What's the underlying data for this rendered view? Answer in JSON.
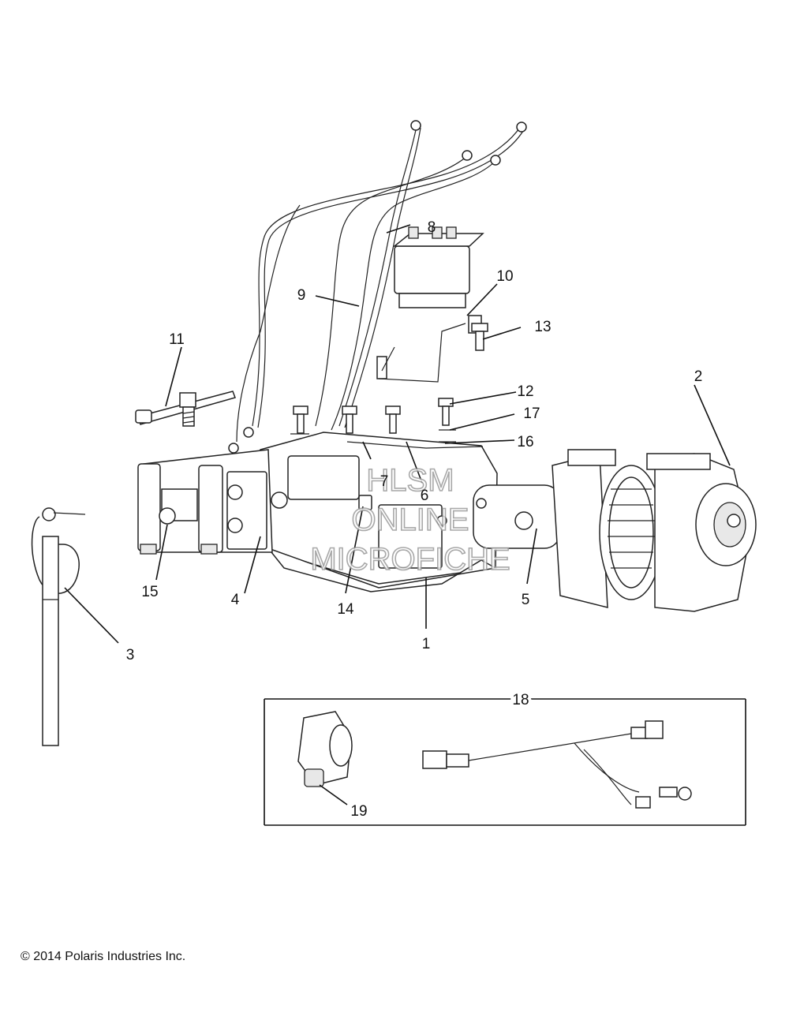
{
  "callouts": [
    "1",
    "2",
    "3",
    "4",
    "5",
    "6",
    "7",
    "8",
    "9",
    "10",
    "11",
    "12",
    "13",
    "14",
    "15",
    "16",
    "17",
    "18",
    "19"
  ],
  "watermark": {
    "line1": "HLSM",
    "line2": "ONLINE",
    "line3": "MICROFICHE"
  },
  "copyright": "© 2014 Polaris Industries Inc."
}
